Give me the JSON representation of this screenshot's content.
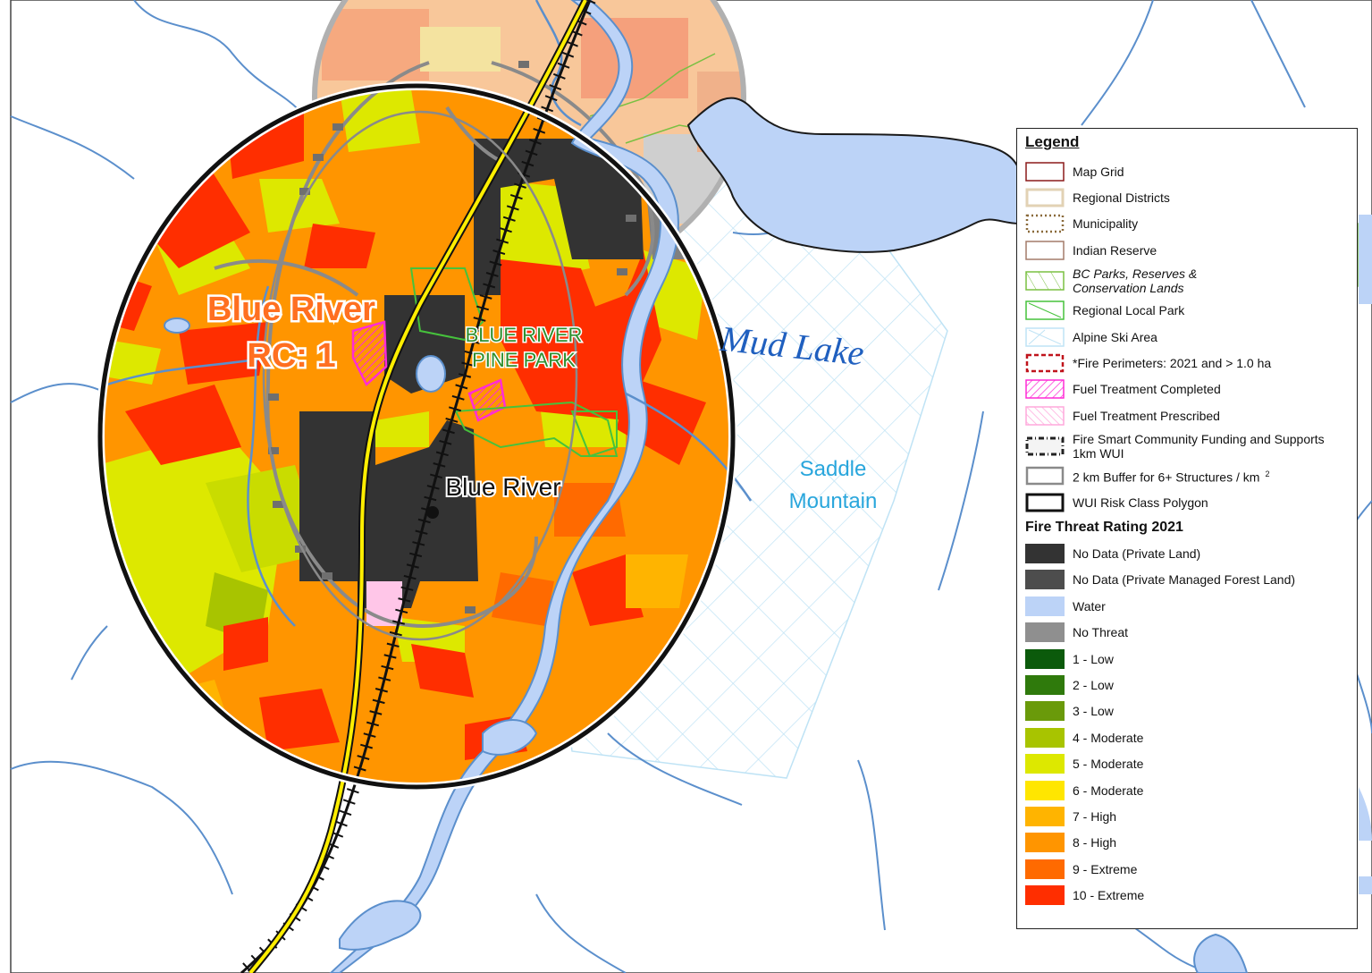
{
  "map": {
    "labels": {
      "community_name": "Blue River",
      "community_line1": "Blue River",
      "community_line2": "RC: 1",
      "park_line1": "BLUE RIVER",
      "park_line2": "PINE PARK",
      "lake": "Mud Lake",
      "mountain_line1": "Saddle",
      "mountain_line2": "Mountain"
    }
  },
  "legend": {
    "title": "Legend",
    "boundary_items": [
      {
        "label": "Map Grid",
        "icon": "map-grid-swatch"
      },
      {
        "label": "Regional Districts",
        "icon": "regional-districts-swatch"
      },
      {
        "label": "Municipality",
        "icon": "municipality-swatch"
      },
      {
        "label": "Indian Reserve",
        "icon": "indian-reserve-swatch"
      },
      {
        "label": "BC Parks, Reserves &",
        "label2": "Conservation Lands",
        "icon": "bc-parks-swatch"
      },
      {
        "label": "Regional Local Park",
        "icon": "regional-local-park-swatch"
      },
      {
        "label": "Alpine Ski Area",
        "icon": "alpine-ski-area-swatch"
      },
      {
        "label": "*Fire Perimeters: 2021 and > 1.0 ha",
        "icon": "fire-perimeters-swatch"
      },
      {
        "label": "Fuel Treatment Completed",
        "icon": "fuel-completed-swatch"
      },
      {
        "label": "Fuel Treatment Prescribed",
        "icon": "fuel-prescribed-swatch"
      },
      {
        "label": "Fire Smart Community Funding and Supports",
        "label2": "1km WUI",
        "icon": "firesmart-swatch"
      },
      {
        "label": "2 km Buffer for 6+ Structures / km",
        "sup": "2",
        "icon": "buffer-swatch"
      },
      {
        "label": "WUI Risk Class Polygon",
        "icon": "wui-polygon-swatch"
      }
    ],
    "threat_title": "Fire Threat Rating 2021",
    "threat_items": [
      {
        "label": "No Data (Private Land)",
        "color": "#333333"
      },
      {
        "label": "No Data (Private Managed Forest Land)",
        "color": "#4d4d4d"
      },
      {
        "label": "Water",
        "color": "#bcd3f7"
      },
      {
        "label": "No Threat",
        "color": "#8f8f8f"
      },
      {
        "label": "1 - Low",
        "color": "#0b5a0b"
      },
      {
        "label": "2 - Low",
        "color": "#2f7a0c"
      },
      {
        "label": "3 - Low",
        "color": "#6a9a0a"
      },
      {
        "label": "4 - Moderate",
        "color": "#a8c400"
      },
      {
        "label": "5 - Moderate",
        "color": "#dde800"
      },
      {
        "label": "6 - Moderate",
        "color": "#ffe600"
      },
      {
        "label": "7 - High",
        "color": "#ffb400"
      },
      {
        "label": "8 - High",
        "color": "#ff9500"
      },
      {
        "label": "9 - Extreme",
        "color": "#ff6a00"
      },
      {
        "label": "10 - Extreme",
        "color": "#ff2e00"
      }
    ]
  },
  "colors": {
    "water": "#bcd3f7",
    "stream": "#5b8fcc",
    "private_land": "#333333",
    "highway": "#ffee00",
    "ski_grid": "#bfe3f5",
    "park_outline": "#46c23c",
    "fuel_completed": "#ff2bd6"
  }
}
